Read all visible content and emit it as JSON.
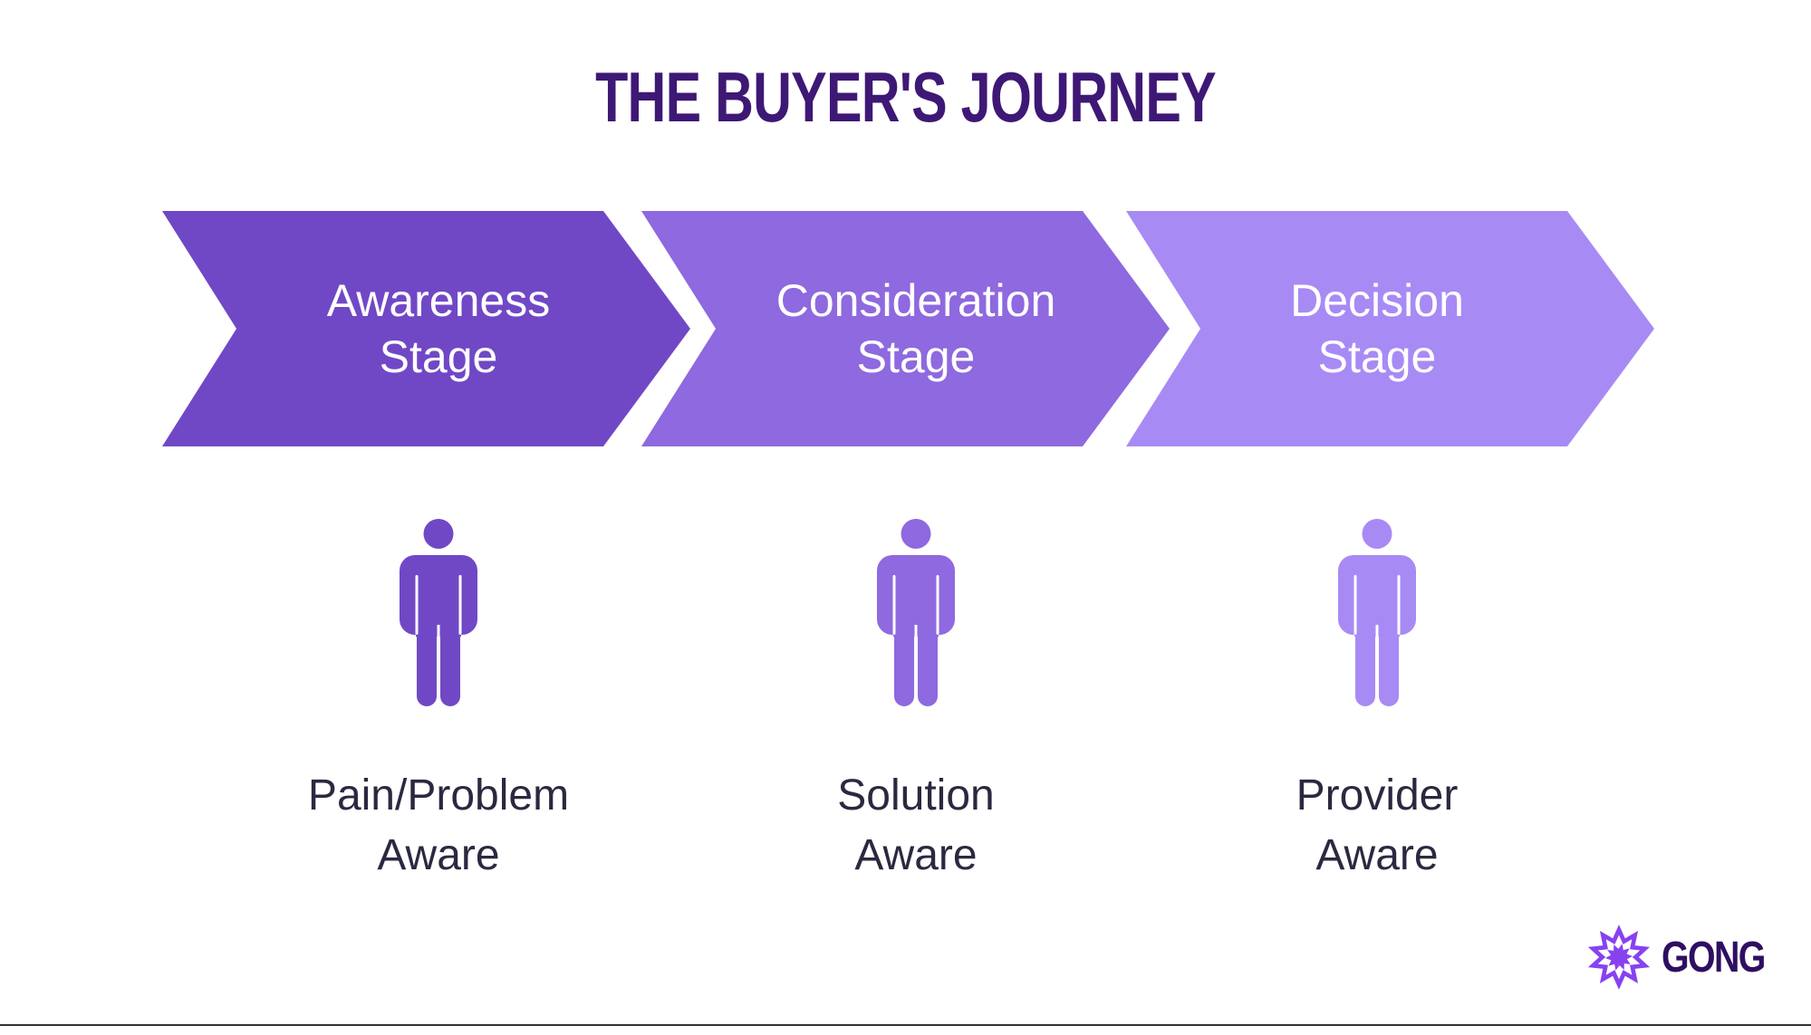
{
  "title": "THE BUYER'S JOURNEY",
  "stages": [
    {
      "arrow_label": "Awareness\nStage",
      "aware_label": "Pain/Problem\nAware",
      "color": "#7048C6"
    },
    {
      "arrow_label": "Consideration\nStage",
      "aware_label": "Solution\nAware",
      "color": "#8E69DF"
    },
    {
      "arrow_label": "Decision\nStage",
      "aware_label": "Provider\nAware",
      "color": "#A88AF5"
    }
  ],
  "logo": {
    "brand": "GONG",
    "burst_color": "#8742F0",
    "text_color": "#2F0F62"
  },
  "colors": {
    "title_text": "#3E1875",
    "stage_text": "#FFFFFF",
    "aware_text": "#2C2840",
    "background": "#FFFFFF",
    "bottom_line": "#333333"
  }
}
